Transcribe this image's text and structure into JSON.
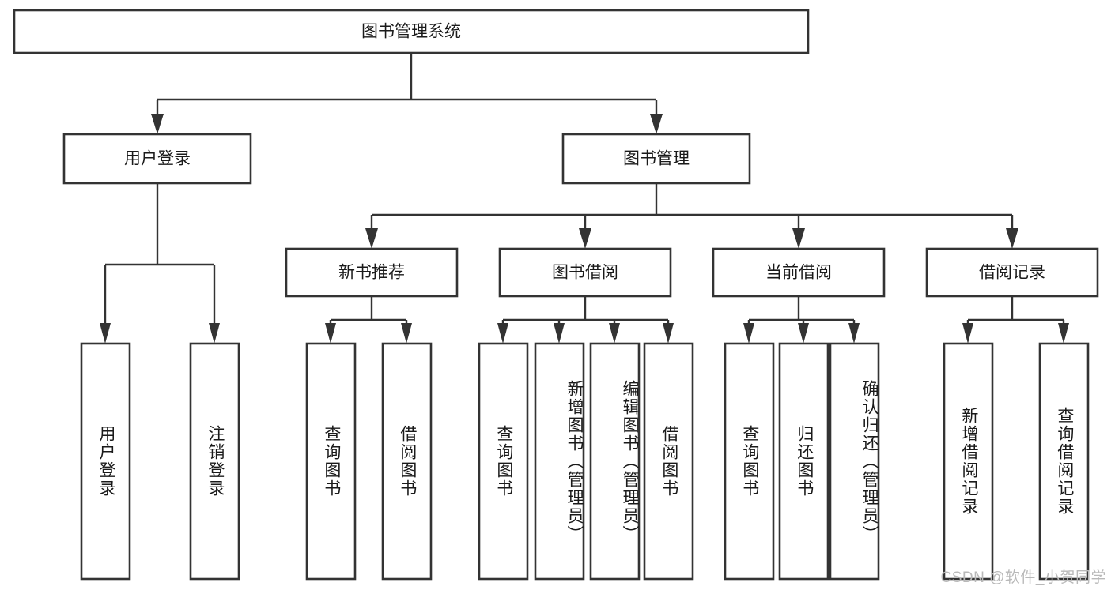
{
  "diagram": {
    "type": "tree",
    "title": "图书管理系统",
    "orientation": "top-down",
    "stroke_color": "#333333",
    "fill_color": "#ffffff",
    "text_color": "#1a1a1a",
    "nodes": {
      "root": {
        "label": "图书管理系统",
        "level": 0
      },
      "l1": [
        {
          "id": "user_login",
          "label": "用户登录"
        },
        {
          "id": "book_manage",
          "label": "图书管理"
        }
      ],
      "l2": [
        {
          "id": "new_book_rec",
          "label": "新书推荐",
          "parent": "book_manage"
        },
        {
          "id": "book_borrow",
          "label": "图书借阅",
          "parent": "book_manage"
        },
        {
          "id": "current_borrow",
          "label": "当前借阅",
          "parent": "book_manage"
        },
        {
          "id": "borrow_record",
          "label": "借阅记录",
          "parent": "book_manage"
        }
      ],
      "leaves": [
        {
          "id": "leaf_user_login",
          "label": "用户登录",
          "parent": "user_login"
        },
        {
          "id": "leaf_user_logout",
          "label": "注销登录",
          "parent": "user_login"
        },
        {
          "id": "leaf_query_book_1",
          "label": "查询图书",
          "parent": "new_book_rec"
        },
        {
          "id": "leaf_borrow_book_1",
          "label": "借阅图书",
          "parent": "new_book_rec"
        },
        {
          "id": "leaf_query_book_2",
          "label": "查询图书",
          "parent": "book_borrow"
        },
        {
          "id": "leaf_add_book",
          "label": "新增图书（管理员）",
          "parent": "book_borrow"
        },
        {
          "id": "leaf_edit_book",
          "label": "编辑图书（管理员）",
          "parent": "book_borrow"
        },
        {
          "id": "leaf_borrow_book_2",
          "label": "借阅图书",
          "parent": "book_borrow"
        },
        {
          "id": "leaf_query_book_3",
          "label": "查询图书",
          "parent": "current_borrow"
        },
        {
          "id": "leaf_return_book",
          "label": "归还图书",
          "parent": "current_borrow"
        },
        {
          "id": "leaf_confirm_return",
          "label": "确认归还（管理员）",
          "parent": "current_borrow"
        },
        {
          "id": "leaf_add_record",
          "label": "新增借阅记录",
          "parent": "borrow_record"
        },
        {
          "id": "leaf_query_record",
          "label": "查询借阅记录",
          "parent": "borrow_record"
        }
      ]
    }
  },
  "watermark": {
    "text": "CSDN @软件_小贺同学"
  }
}
